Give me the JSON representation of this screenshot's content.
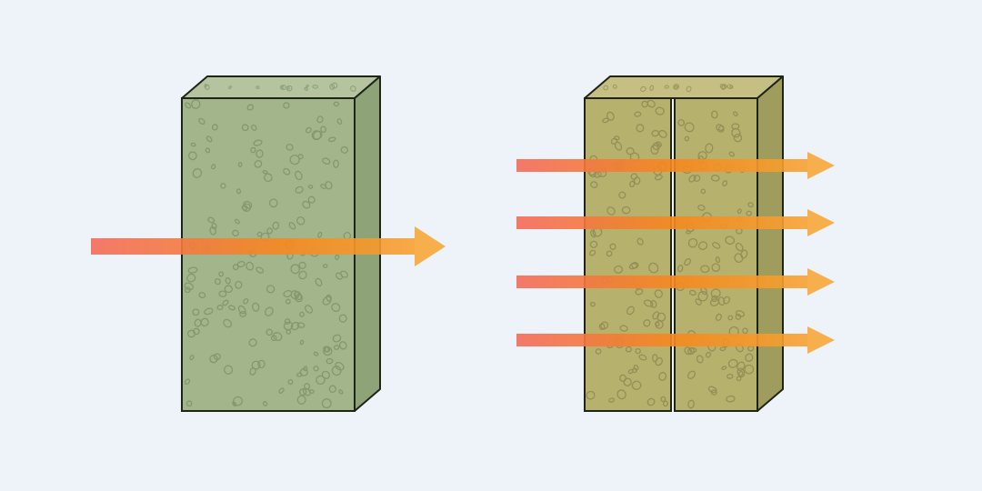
{
  "colors": {
    "background": "#edf3f8",
    "single_block_front": "#a3b58a",
    "single_block_top": "#b5c39e",
    "single_block_side": "#8ea378",
    "double_block_front": "#b7b16e",
    "double_block_top": "#c5bf84",
    "double_block_side": "#9f9d5e",
    "outline": "#1f2419",
    "texture_single": "#7f946a",
    "texture_double": "#8e8a52",
    "arrow_start": "#f46b5a",
    "arrow_mid": "#f6891f",
    "arrow_end": "#f7a838"
  },
  "diagram": {
    "panels": [
      {
        "label": "",
        "block_count": 1,
        "arrow_count": 1
      },
      {
        "label": "",
        "block_count": 2,
        "arrow_count": 4
      }
    ]
  }
}
